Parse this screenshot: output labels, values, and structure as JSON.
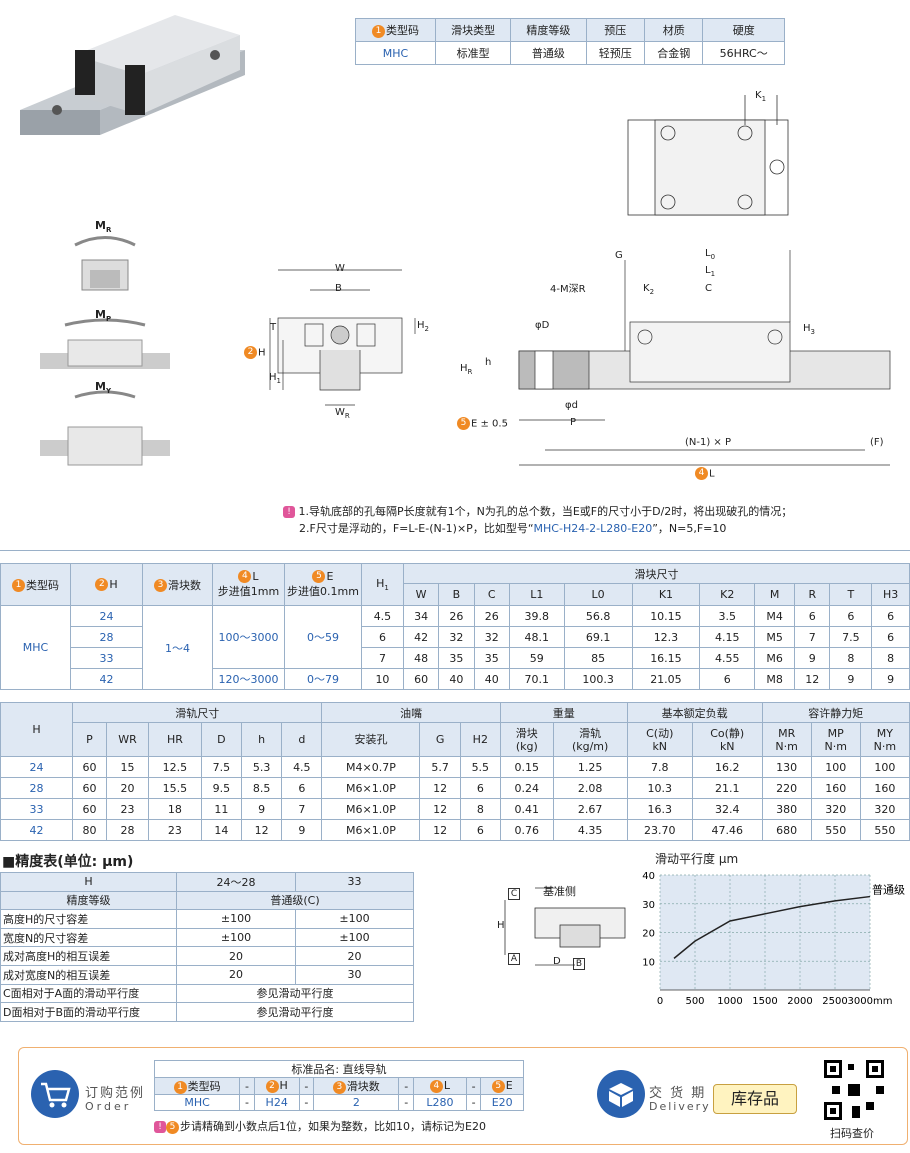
{
  "top_table": {
    "headers": [
      "类型码",
      "滑块类型",
      "精度等级",
      "预压",
      "材质",
      "硬度"
    ],
    "row": [
      "MHC",
      "标准型",
      "普通级",
      "轻预压",
      "合金钢",
      "56HRC～"
    ]
  },
  "moments": {
    "mr": "M",
    "mr_sub": "R",
    "mp": "M",
    "mp_sub": "P",
    "my": "M",
    "my_sub": "Y"
  },
  "drawing_labels": {
    "W": "W",
    "B": "B",
    "T": "T",
    "H2": "H",
    "H2_sub": "2",
    "H1": "H",
    "H1_sub": "1",
    "H": "H",
    "WR": "W",
    "WR_sub": "R",
    "K1": "K",
    "K1_sub": "1",
    "G": "G",
    "L0": "L",
    "L0_sub": "0",
    "L1": "L",
    "L1_sub": "1",
    "M4": "4-M深R",
    "K2": "K",
    "K2_sub": "2",
    "C": "C",
    "H3": "H",
    "H3_sub": "3",
    "phiD": "φD",
    "h": "h",
    "HR": "H",
    "HR_sub": "R",
    "phid": "φd",
    "E": "E ± 0.5",
    "P": "P",
    "NP": "(N-1) × P",
    "F": "(F)",
    "L": "L"
  },
  "notes": [
    "1.导轨底部的孔每隔P长度就有1个，N为孔的总个数，当E或F的尺寸小于D/2时，将出现破孔的情况；",
    "2.F尺寸是浮动的，F=L-E-(N-1)×P，比如型号“",
    "MHC-H24-2-L280-E20",
    "”，N=5,F=10"
  ],
  "table1": {
    "h_type": "类型码",
    "h_H": "H",
    "h_blocks": "滑块数",
    "h_L": "L",
    "h_L2": "步进值1mm",
    "h_E": "E",
    "h_E2": "步进值0.1mm",
    "h_H1": "H",
    "h_H1_sub": "1",
    "h_block_dims": "滑块尺寸",
    "sub_headers": [
      "W",
      "B",
      "C",
      "L1",
      "L0",
      "K1",
      "K2",
      "M",
      "R",
      "T",
      "H3"
    ],
    "type": "MHC",
    "blocks": "1～4",
    "L_a": "100～3000",
    "L_b": "120～3000",
    "E_a": "0～59",
    "E_b": "0～79",
    "rows": [
      [
        "24",
        "4.5",
        "34",
        "26",
        "26",
        "39.8",
        "56.8",
        "10.15",
        "3.5",
        "M4",
        "6",
        "6",
        "6"
      ],
      [
        "28",
        "6",
        "42",
        "32",
        "32",
        "48.1",
        "69.1",
        "12.3",
        "4.15",
        "M5",
        "7",
        "7.5",
        "6"
      ],
      [
        "33",
        "7",
        "48",
        "35",
        "35",
        "59",
        "85",
        "16.15",
        "4.55",
        "M6",
        "9",
        "8",
        "8"
      ],
      [
        "42",
        "10",
        "60",
        "40",
        "40",
        "70.1",
        "100.3",
        "21.05",
        "6",
        "M8",
        "12",
        "9",
        "9"
      ]
    ]
  },
  "table2": {
    "h_H": "H",
    "h_rail": "滑轨尺寸",
    "h_oil": "油嘴",
    "h_weight": "重量",
    "h_load": "基本额定负载",
    "h_moment": "容许静力矩",
    "sub_headers": [
      "P",
      "WR",
      "HR",
      "D",
      "h",
      "d",
      "安装孔",
      "G",
      "H2",
      "滑块\n(kg)",
      "滑轨\n(kg/m)",
      "C(动)\nkN",
      "Co(静)\nkN",
      "MR\nN·m",
      "MP\nN·m",
      "MY\nN·m"
    ],
    "rows": [
      [
        "24",
        "60",
        "15",
        "12.5",
        "7.5",
        "5.3",
        "4.5",
        "M4×0.7P",
        "5.7",
        "5.5",
        "0.15",
        "1.25",
        "7.8",
        "16.2",
        "130",
        "100",
        "100"
      ],
      [
        "28",
        "60",
        "20",
        "15.5",
        "9.5",
        "8.5",
        "6",
        "M6×1.0P",
        "12",
        "6",
        "0.24",
        "2.08",
        "10.3",
        "21.1",
        "220",
        "160",
        "160"
      ],
      [
        "33",
        "60",
        "23",
        "18",
        "11",
        "9",
        "7",
        "M6×1.0P",
        "12",
        "8",
        "0.41",
        "2.67",
        "16.3",
        "32.4",
        "380",
        "320",
        "320"
      ],
      [
        "42",
        "80",
        "28",
        "23",
        "14",
        "12",
        "9",
        "M6×1.0P",
        "12",
        "6",
        "0.76",
        "4.35",
        "23.70",
        "47.46",
        "680",
        "550",
        "550"
      ]
    ]
  },
  "precision": {
    "title": "■精度表(单位: μm)",
    "rows": [
      [
        "H",
        "24～28",
        "33"
      ],
      [
        "精度等级",
        "普通级(C)",
        ""
      ],
      [
        "高度H的尺寸容差",
        "±100",
        "±100"
      ],
      [
        "宽度N的尺寸容差",
        "±100",
        "±100"
      ],
      [
        "成对高度H的相互误差",
        "20",
        "20"
      ],
      [
        "成对宽度N的相互误差",
        "20",
        "30"
      ],
      [
        "C面相对于A面的滑动平行度",
        "参见滑动平行度",
        ""
      ],
      [
        "D面相对于B面的滑动平行度",
        "参见滑动平行度",
        ""
      ]
    ]
  },
  "ref_diagram": {
    "label": "基准侧",
    "C": "C",
    "H": "H",
    "A": "A",
    "D": "D",
    "B": "B"
  },
  "chart_data": {
    "type": "line",
    "title": "滑动平行度 μm",
    "xlabel": "",
    "ylabel": "",
    "x_ticks": [
      "0",
      "500",
      "1000",
      "1500",
      "2000",
      "2500",
      "3000mm"
    ],
    "y_ticks": [
      "10",
      "20",
      "30",
      "40"
    ],
    "xlim": [
      0,
      3000
    ],
    "ylim": [
      0,
      40
    ],
    "series": [
      {
        "name": "普通级",
        "x": [
          200,
          500,
          1000,
          1500,
          2000,
          2500,
          3000
        ],
        "y": [
          11,
          17,
          24,
          26.5,
          29,
          31,
          32.5
        ]
      }
    ]
  },
  "order": {
    "title_cn": "订购范例",
    "title_en": "Order",
    "std_name": "标准品名: 直线导轨",
    "headers": [
      "类型码",
      "H",
      "滑块数",
      "L",
      "E"
    ],
    "sep": "-",
    "values": [
      "MHC",
      "H24",
      "2",
      "L280",
      "E20"
    ],
    "note": "步请精确到小数点后1位，如果为整数，比如10，请标记为E20",
    "delivery_cn": "交 货 期",
    "delivery_en": "Delivery",
    "stock": "库存品",
    "scan": "扫码查价"
  },
  "colors": {
    "accent": "#f08a24",
    "blue": "#2a62b0",
    "header": "#dfe8f3",
    "pink": "#e0569a"
  }
}
